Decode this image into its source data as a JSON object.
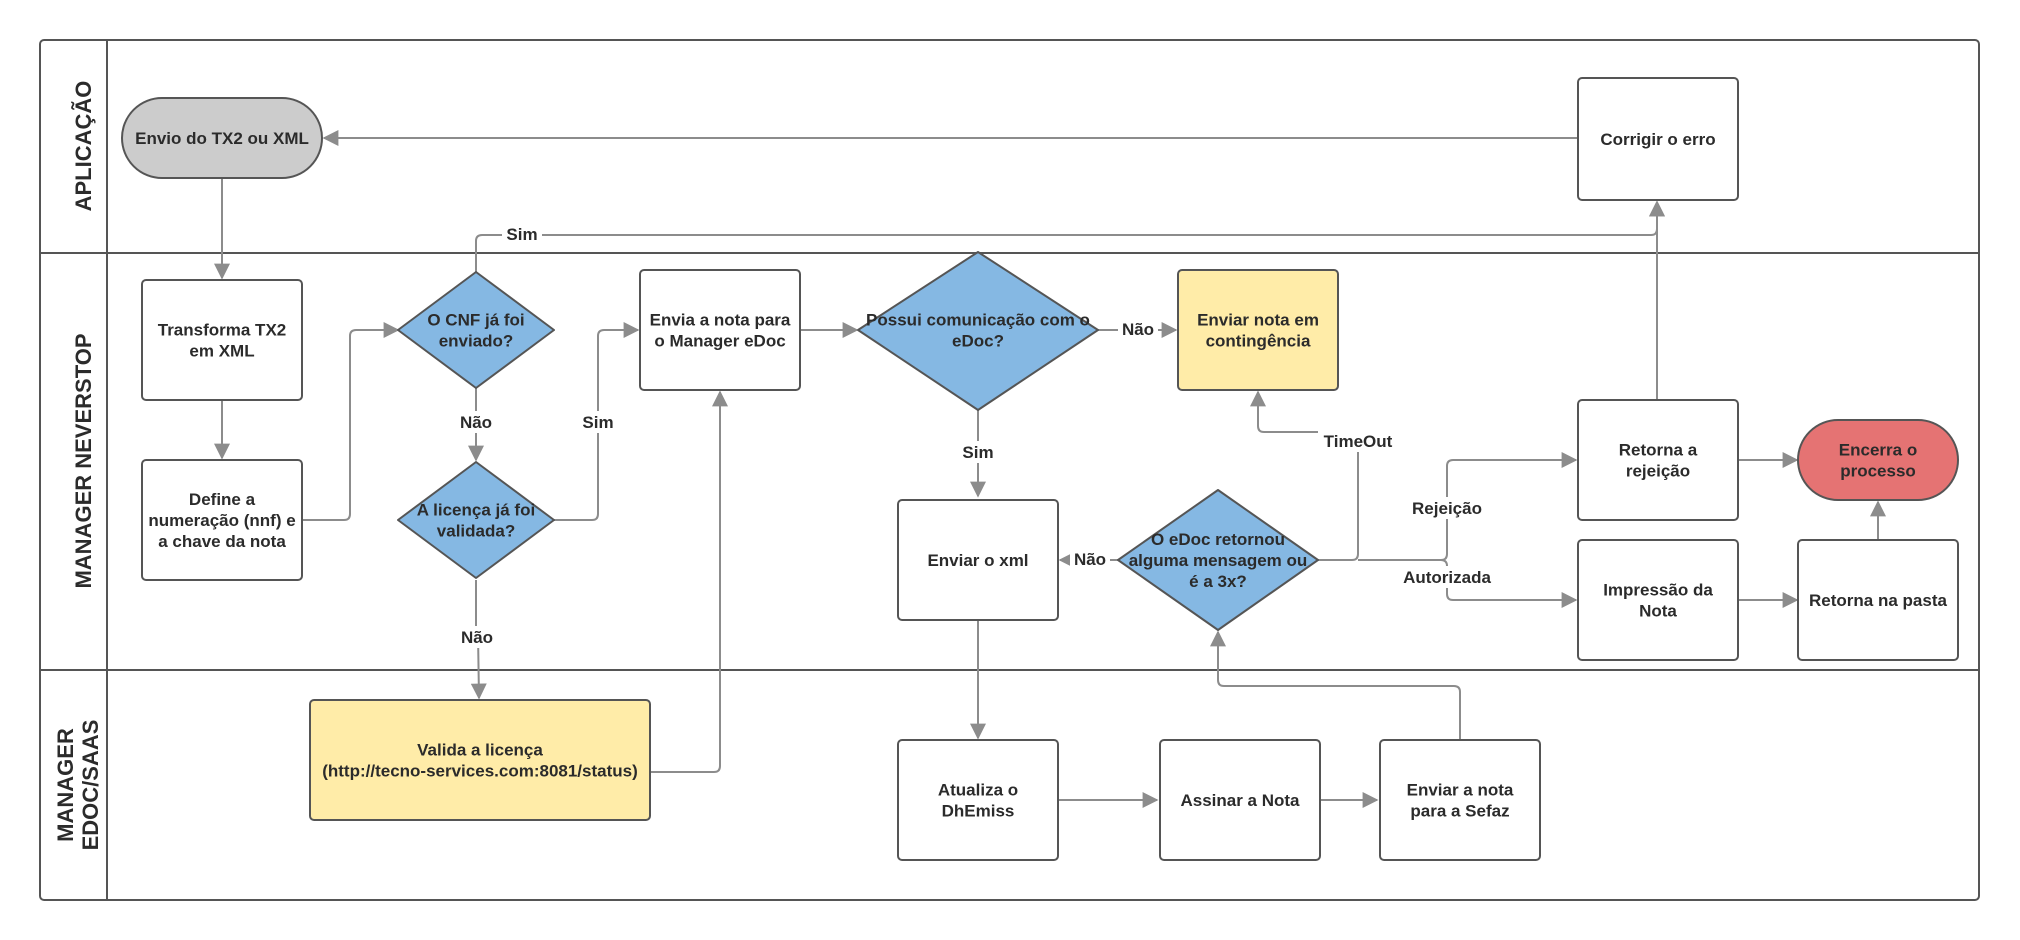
{
  "colors": {
    "terminal_gray": "#cccccc",
    "terminal_red": "#e57373",
    "decision_blue": "#85b8e3",
    "highlight_yellow": "#ffeca8",
    "process_white": "#ffffff",
    "line": "#8c8c8c"
  },
  "lanes": [
    {
      "id": "aplicacao",
      "lines": [
        "APLICAÇÃO"
      ]
    },
    {
      "id": "neverstop",
      "lines": [
        "MANAGER NEVERSTOP"
      ]
    },
    {
      "id": "edoc",
      "lines": [
        "MANAGER",
        "EDOC/SAAS"
      ]
    }
  ],
  "nodes": {
    "envio": {
      "lines": [
        "Envio do TX2 ou XML"
      ],
      "kind": "terminal",
      "color": "terminal_gray"
    },
    "corrigir": {
      "lines": [
        "Corrigir o erro"
      ],
      "kind": "process",
      "color": "process_white"
    },
    "transforma": {
      "lines": [
        "Transforma TX2",
        "em XML"
      ],
      "kind": "process",
      "color": "process_white"
    },
    "define": {
      "lines": [
        "Define a",
        "numeração (nnf) e",
        "a chave da nota"
      ],
      "kind": "process",
      "color": "process_white"
    },
    "cnf": {
      "lines": [
        "O CNF já foi",
        "enviado?"
      ],
      "kind": "decision",
      "color": "decision_blue"
    },
    "licenca": {
      "lines": [
        "A licença já foi",
        "validada?"
      ],
      "kind": "decision",
      "color": "decision_blue"
    },
    "envia_manager": {
      "lines": [
        "Envia a nota para",
        "o Manager eDoc"
      ],
      "kind": "process",
      "color": "process_white"
    },
    "possui": {
      "lines": [
        "Possui comunicação com o",
        "eDoc?"
      ],
      "kind": "decision",
      "color": "decision_blue"
    },
    "contingencia": {
      "lines": [
        "Enviar nota em",
        "contingência"
      ],
      "kind": "process",
      "color": "highlight_yellow"
    },
    "enviar_xml": {
      "lines": [
        "Enviar o xml"
      ],
      "kind": "process",
      "color": "process_white"
    },
    "retornou": {
      "lines": [
        "O eDoc retornou",
        "alguma mensagem ou",
        "é a 3x?"
      ],
      "kind": "decision",
      "color": "decision_blue"
    },
    "retorna_rejeicao": {
      "lines": [
        "Retorna a",
        "rejeição"
      ],
      "kind": "process",
      "color": "process_white"
    },
    "encerra": {
      "lines": [
        "Encerra o",
        "processo"
      ],
      "kind": "terminal",
      "color": "terminal_red"
    },
    "impressao": {
      "lines": [
        "Impressão da",
        "Nota"
      ],
      "kind": "process",
      "color": "process_white"
    },
    "retorna_pasta": {
      "lines": [
        "Retorna na pasta"
      ],
      "kind": "process",
      "color": "process_white"
    },
    "valida": {
      "lines": [
        "Valida a licença",
        "(http://tecno-services.com:8081/status)"
      ],
      "kind": "process",
      "color": "highlight_yellow"
    },
    "atualiza": {
      "lines": [
        "Atualiza o",
        "DhEmiss"
      ],
      "kind": "process",
      "color": "process_white"
    },
    "assinar": {
      "lines": [
        "Assinar a Nota"
      ],
      "kind": "process",
      "color": "process_white"
    },
    "sefaz": {
      "lines": [
        "Enviar a nota",
        "para a Sefaz"
      ],
      "kind": "process",
      "color": "process_white"
    }
  },
  "edges": [
    {
      "from": "envio",
      "to": "transforma",
      "label": ""
    },
    {
      "from": "transforma",
      "to": "define",
      "label": ""
    },
    {
      "from": "define",
      "to": "cnf",
      "label": ""
    },
    {
      "from": "cnf",
      "to": "corrigir",
      "label": "Sim"
    },
    {
      "from": "cnf",
      "to": "licenca",
      "label": "Não"
    },
    {
      "from": "licenca",
      "to": "envia_manager",
      "label": "Sim"
    },
    {
      "from": "licenca",
      "to": "valida",
      "label": "Não"
    },
    {
      "from": "valida",
      "to": "envia_manager",
      "label": ""
    },
    {
      "from": "envia_manager",
      "to": "possui",
      "label": ""
    },
    {
      "from": "possui",
      "to": "contingencia",
      "label": "Não"
    },
    {
      "from": "possui",
      "to": "enviar_xml",
      "label": "Sim"
    },
    {
      "from": "enviar_xml",
      "to": "atualiza",
      "label": ""
    },
    {
      "from": "atualiza",
      "to": "assinar",
      "label": ""
    },
    {
      "from": "assinar",
      "to": "sefaz",
      "label": ""
    },
    {
      "from": "sefaz",
      "to": "retornou",
      "label": ""
    },
    {
      "from": "retornou",
      "to": "enviar_xml",
      "label": "Não"
    },
    {
      "from": "retornou",
      "to": "contingencia",
      "label": "TimeOut"
    },
    {
      "from": "retornou",
      "to": "retorna_rejeicao",
      "label": "Rejeição"
    },
    {
      "from": "retornou",
      "to": "impressao",
      "label": "Autorizada"
    },
    {
      "from": "retorna_rejeicao",
      "to": "encerra",
      "label": ""
    },
    {
      "from": "retorna_rejeicao",
      "to": "corrigir",
      "label": ""
    },
    {
      "from": "impressao",
      "to": "retorna_pasta",
      "label": ""
    },
    {
      "from": "retorna_pasta",
      "to": "encerra",
      "label": ""
    },
    {
      "from": "corrigir",
      "to": "envio",
      "label": ""
    }
  ]
}
